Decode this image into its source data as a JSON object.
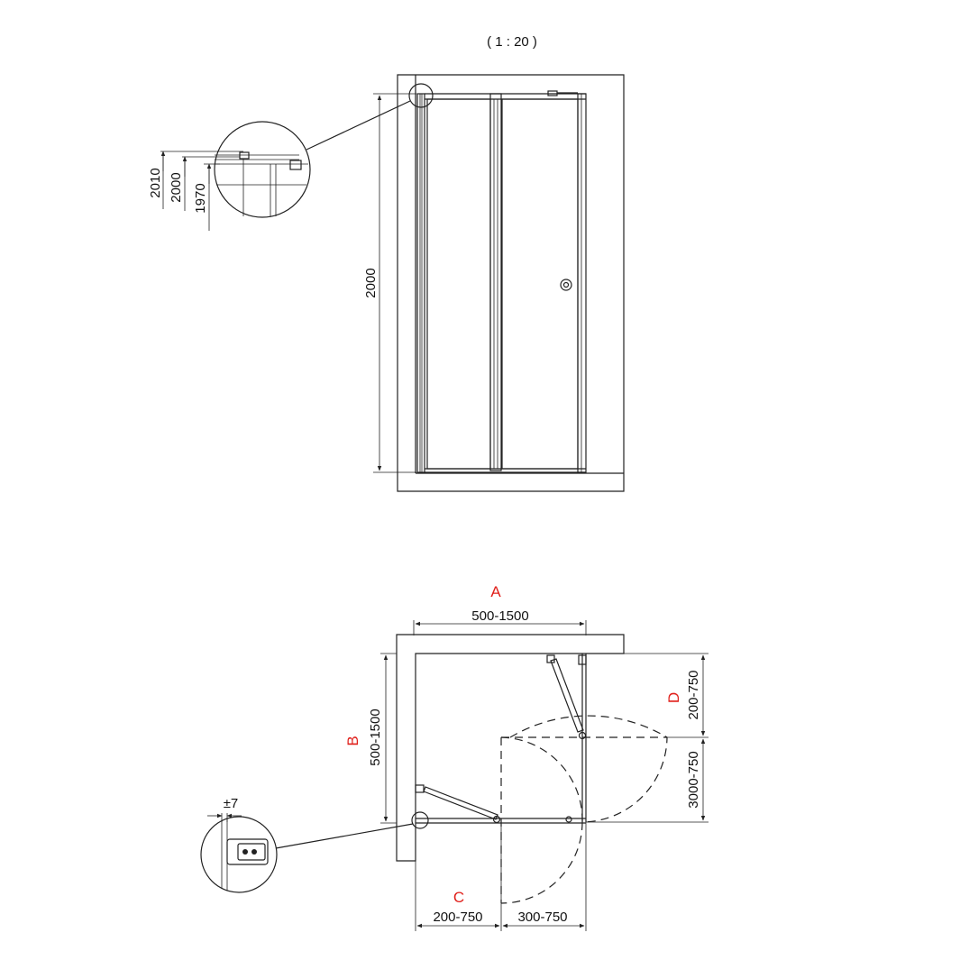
{
  "scale": "( 1 : 20 )",
  "elevation": {
    "height": "2000",
    "detail": {
      "d1": "2010",
      "d2": "2000",
      "d3": "1970"
    }
  },
  "plan": {
    "A": {
      "label": "A",
      "range": "500-1500"
    },
    "B": {
      "label": "B",
      "range": "500-1500"
    },
    "C": {
      "label": "C",
      "range_left": "200-750",
      "range_right": "300-750"
    },
    "D": {
      "label": "D",
      "range_top": "200-750",
      "range_bottom": "3000-750"
    },
    "tolerance": "±7"
  },
  "colors": {
    "line": "#222222",
    "label": "#e0201b"
  }
}
